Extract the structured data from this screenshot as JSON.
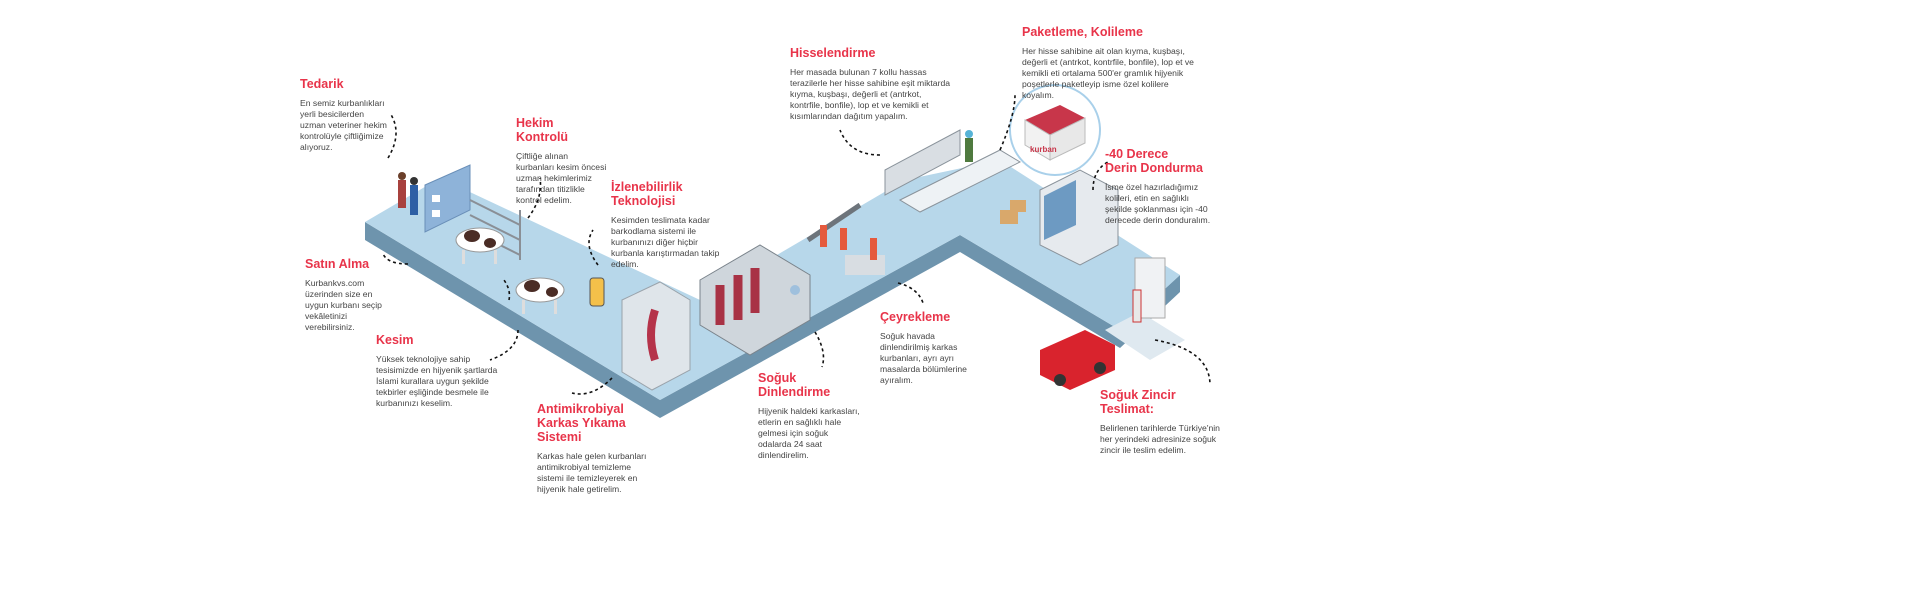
{
  "colors": {
    "accent": "#e8344a",
    "platform_top": "#b7d7ea",
    "platform_side": "#6e94ad",
    "text": "#444444"
  },
  "steps": [
    {
      "id": "tedarik",
      "title": "Tedarik",
      "body": "En semiz kurbanlıkları yerli besicilerden uzman veteriner hekim kontrolüyle çiftliğimize alıyoruz."
    },
    {
      "id": "hekim",
      "title": "Hekim Kontrolü",
      "body": "Çiftliğe alınan kurbanları kesim öncesi uzman hekimlerimiz tarafından titizlikle kontrol edelim."
    },
    {
      "id": "izlenebilirlik",
      "title": "İzlenebilirlik Teknolojisi",
      "body": "Kesimden teslimata kadar barkodlama sistemi ile kurbanınızı diğer hiçbir kurbanla karıştırmadan takip edelim."
    },
    {
      "id": "satin-alma",
      "title": "Satın Alma",
      "body": "Kurbankvs.com üzerinden size en uygun kurbanı seçip vekâletinizi verebilirsiniz."
    },
    {
      "id": "kesim",
      "title": "Kesim",
      "body": "Yüksek teknolojiye sahip tesisimizde en hijyenik şartlarda İslami kurallara uygun şekilde tekbirler eşliğinde besmele ile kurbanınızı keselim."
    },
    {
      "id": "antimikrobiyal",
      "title_line1": "Antimikrobiyal",
      "title_line2": "Karkas Yıkama Sistemi",
      "body": "Karkas hale gelen kurbanları antimikrobiyal temizleme sistemi ile temizleyerek en hijyenik hale getirelim."
    },
    {
      "id": "soguk-dinlendirme",
      "title": "Soğuk Dinlendirme",
      "body": "Hijyenik haldeki karkasları, etlerin en sağlıklı hale gelmesi için soğuk odalarda 24 saat dinlendirelim."
    },
    {
      "id": "ceyrekleme",
      "title": "Çeyrekleme",
      "body": "Soğuk havada dinlendirilmiş karkas kurbanları, ayrı ayrı masalarda bölümlerine ayıralım."
    },
    {
      "id": "hisselendirme",
      "title": "Hisselendirme",
      "body": "Her masada bulunan 7 kollu hassas terazilerle her hisse sahibine eşit miktarda kıyma, kuşbaşı, değerli et (antrkot, kontrfile, bonfile), lop et ve kemikli et kısımlarından dağıtım yapalım."
    },
    {
      "id": "paketleme",
      "title": "Paketleme, Kolileme",
      "body": "Her hisse sahibine ait olan kıyma, kuşbaşı, değerli et (antrkot, kontrfile, bonfile), lop et ve kemikli eti ortalama 500'er gramlık hijyenik poşetlerle paketleyip isme özel kolilere koyalım."
    },
    {
      "id": "derin-dondurma",
      "title_line1": "-40 Derece",
      "title_line2": "Derin Dondurma",
      "body": "İsme özel hazırladığımız kolileri, etin en sağlıklı şekilde şoklanması için -40 derecede derin donduralım."
    },
    {
      "id": "teslimat",
      "title": "Soğuk Zincir Teslimat:",
      "body": "Belirlenen tarihlerde Türkiye'nin her yerindeki adresinize soğuk zincir ile teslim edelim."
    }
  ],
  "box_logo": "kurban"
}
